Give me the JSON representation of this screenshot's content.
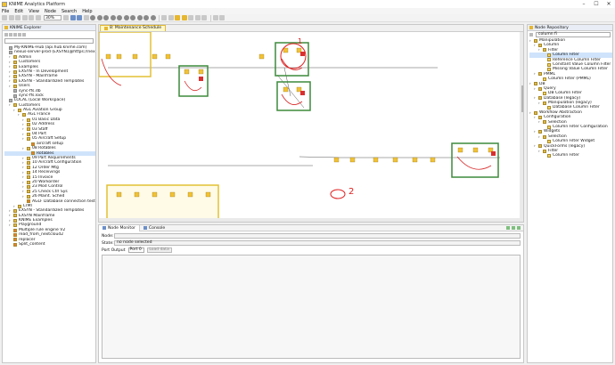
{
  "window": {
    "title": "KNIME Analytics Platform",
    "controls": [
      "–",
      "☐",
      "✕"
    ]
  },
  "menu": [
    "File",
    "Edit",
    "View",
    "Node",
    "Search",
    "Help"
  ],
  "toolbar": {
    "zoom": "30%"
  },
  "explorer": {
    "title": "KNIME Explorer",
    "items": [
      {
        "label": "My-KNIME-Hub (api.hub.knime.com)",
        "indent": 0,
        "icon": "gray"
      },
      {
        "label": "nexus-server-prod (EXSYN1@https://nexus",
        "indent": 0,
        "icon": "gray"
      },
      {
        "label": "Admin",
        "indent": 1,
        "icon": "folder"
      },
      {
        "label": "Customers",
        "indent": 1,
        "icon": "folder"
      },
      {
        "label": "Examples",
        "indent": 1,
        "icon": "folder"
      },
      {
        "label": "EXSYN - In Development",
        "indent": 1,
        "icon": "folder"
      },
      {
        "label": "EXSYN - Mainframe",
        "indent": 1,
        "icon": "folder"
      },
      {
        "label": "EXSYN - Standardized Templates",
        "indent": 1,
        "icon": "folder"
      },
      {
        "label": "Users",
        "indent": 1,
        "icon": "folder"
      },
      {
        "label": "sync-ffs.db",
        "indent": 1,
        "icon": "gray"
      },
      {
        "label": "sync-ffs.lock",
        "indent": 1,
        "icon": "gray"
      },
      {
        "label": "LOCAL (Local Workspace)",
        "indent": 0,
        "icon": "gray"
      },
      {
        "label": "Customers",
        "indent": 1,
        "icon": "folder"
      },
      {
        "label": "AGL Aviation Group",
        "indent": 2,
        "icon": "folder"
      },
      {
        "label": "AGL France",
        "indent": 3,
        "icon": "folder"
      },
      {
        "label": "01 Basic Data",
        "indent": 4,
        "icon": "folder"
      },
      {
        "label": "02 Address",
        "indent": 4,
        "icon": "folder"
      },
      {
        "label": "03 Staff",
        "indent": 4,
        "icon": "folder"
      },
      {
        "label": "04 Part",
        "indent": 4,
        "icon": "folder"
      },
      {
        "label": "05 Aircraft Setup",
        "indent": 4,
        "icon": "folder"
      },
      {
        "label": "aircraft setup",
        "indent": 5,
        "icon": "wf"
      },
      {
        "label": "08 Rotables",
        "indent": 4,
        "icon": "folder"
      },
      {
        "label": "Rotables",
        "indent": 5,
        "icon": "wf",
        "selected": true
      },
      {
        "label": "09 Part Requirements",
        "indent": 4,
        "icon": "folder"
      },
      {
        "label": "10 Aircraft Configuration",
        "indent": 4,
        "icon": "folder"
      },
      {
        "label": "12 Order Mtg",
        "indent": 4,
        "icon": "folder"
      },
      {
        "label": "14 Receivings",
        "indent": 4,
        "icon": "folder"
      },
      {
        "label": "15 Invoice",
        "indent": 4,
        "icon": "folder"
      },
      {
        "label": "20 Workorder",
        "indent": 4,
        "icon": "folder"
      },
      {
        "label": "23 Mod Control",
        "indent": 4,
        "icon": "folder"
      },
      {
        "label": "25 Check Ctrl Sys",
        "indent": 4,
        "icon": "folder"
      },
      {
        "label": "26 Maint. Sched",
        "indent": 4,
        "icon": "folder"
      },
      {
        "label": "AGLF Database connection test",
        "indent": 4,
        "icon": "wf"
      },
      {
        "label": "LTMI",
        "indent": 2,
        "icon": "folder"
      },
      {
        "label": "EXSYN - Standardized Templates",
        "indent": 1,
        "icon": "folder"
      },
      {
        "label": "EXSYN Mainframe",
        "indent": 1,
        "icon": "folder"
      },
      {
        "label": "KNIME Examples",
        "indent": 1,
        "icon": "folder"
      },
      {
        "label": "Playground",
        "indent": 1,
        "icon": "folder"
      },
      {
        "label": "Multiple rule engine V2",
        "indent": 1,
        "icon": "wf"
      },
      {
        "label": "read_from_nextcloud2",
        "indent": 1,
        "icon": "wf"
      },
      {
        "label": "replacer",
        "indent": 1,
        "icon": "wf"
      },
      {
        "label": "Split_content",
        "indent": 1,
        "icon": "wf"
      }
    ]
  },
  "editor": {
    "tab_label": "8: Maintenance Schedule",
    "annotations": [
      "1",
      "2"
    ]
  },
  "monitor": {
    "tabs": [
      "Node Monitor",
      "Console"
    ],
    "node_label": "Node:",
    "node_value": "",
    "state_label": "State:",
    "state_value": "no node selected",
    "port_label": "Port Output",
    "port_value": "Port 0",
    "load_button": "Load data"
  },
  "repository": {
    "title": "Node Repository",
    "search": "column fi",
    "items": [
      {
        "label": "Manipulation",
        "indent": 0,
        "icon": "folder"
      },
      {
        "label": "Column",
        "indent": 1,
        "icon": "folder"
      },
      {
        "label": "Filter",
        "indent": 2,
        "icon": "folder"
      },
      {
        "label": "Column Filter",
        "indent": 3,
        "icon": "node",
        "selected": true
      },
      {
        "label": "Reference Column Filter",
        "indent": 3,
        "icon": "node"
      },
      {
        "label": "Constant Value Column Filter",
        "indent": 3,
        "icon": "node"
      },
      {
        "label": "Missing Value Column Filter",
        "indent": 3,
        "icon": "node"
      },
      {
        "label": "PMML",
        "indent": 1,
        "icon": "folder"
      },
      {
        "label": "Column Filter (PMML)",
        "indent": 2,
        "icon": "node"
      },
      {
        "label": "DB",
        "indent": 0,
        "icon": "folder"
      },
      {
        "label": "Query",
        "indent": 1,
        "icon": "folder"
      },
      {
        "label": "DB Column Filter",
        "indent": 2,
        "icon": "node"
      },
      {
        "label": "Database (legacy)",
        "indent": 1,
        "icon": "folder"
      },
      {
        "label": "Manipulation (legacy)",
        "indent": 2,
        "icon": "folder"
      },
      {
        "label": "Database Column Filter",
        "indent": 3,
        "icon": "node"
      },
      {
        "label": "Workflow Abstraction",
        "indent": 0,
        "icon": "folder"
      },
      {
        "label": "Configuration",
        "indent": 1,
        "icon": "folder"
      },
      {
        "label": "Selection",
        "indent": 2,
        "icon": "folder"
      },
      {
        "label": "Column Filter Configuration",
        "indent": 3,
        "icon": "node"
      },
      {
        "label": "Widgets",
        "indent": 1,
        "icon": "folder"
      },
      {
        "label": "Selection",
        "indent": 2,
        "icon": "folder"
      },
      {
        "label": "Column Filter Widget",
        "indent": 3,
        "icon": "node"
      },
      {
        "label": "QuickForms (legacy)",
        "indent": 1,
        "icon": "folder"
      },
      {
        "label": "Filter",
        "indent": 2,
        "icon": "folder"
      },
      {
        "label": "Column Filter",
        "indent": 3,
        "icon": "node"
      }
    ]
  }
}
